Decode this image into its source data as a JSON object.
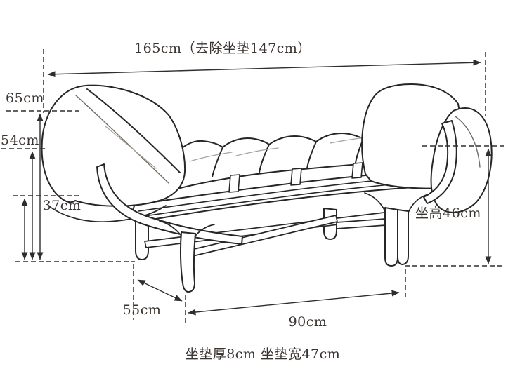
{
  "page": {
    "background_color": "#ffffff",
    "ink_color": "#262626",
    "annotation_color": "#2e2e2e",
    "text_color": "#3b3430"
  },
  "diagram": {
    "subject": "rattan-daybed-bench-line-drawing",
    "unit": "cm",
    "labels": {
      "total_length": "165cm（去除坐垫147cm）",
      "arm_height": "65cm",
      "mid_height": "54cm",
      "frame_height": "37cm",
      "seat_height": "坐高46cm",
      "depth": "55cm",
      "leg_span": "90cm",
      "caption": "坐垫厚8cm  坐垫宽47cm"
    },
    "measurements": [
      {
        "name": "overall-length",
        "text": "165cm（去除坐垫147cm）"
      },
      {
        "name": "arm-height",
        "text": "65cm"
      },
      {
        "name": "mid-height",
        "text": "54cm"
      },
      {
        "name": "frame-height",
        "text": "37cm"
      },
      {
        "name": "seat-height",
        "text": "坐高46cm"
      },
      {
        "name": "depth",
        "text": "55cm"
      },
      {
        "name": "leg-span",
        "text": "90cm"
      },
      {
        "name": "cushion-thickness-and-width",
        "text": "坐垫厚8cm  坐垫宽47cm"
      }
    ]
  }
}
